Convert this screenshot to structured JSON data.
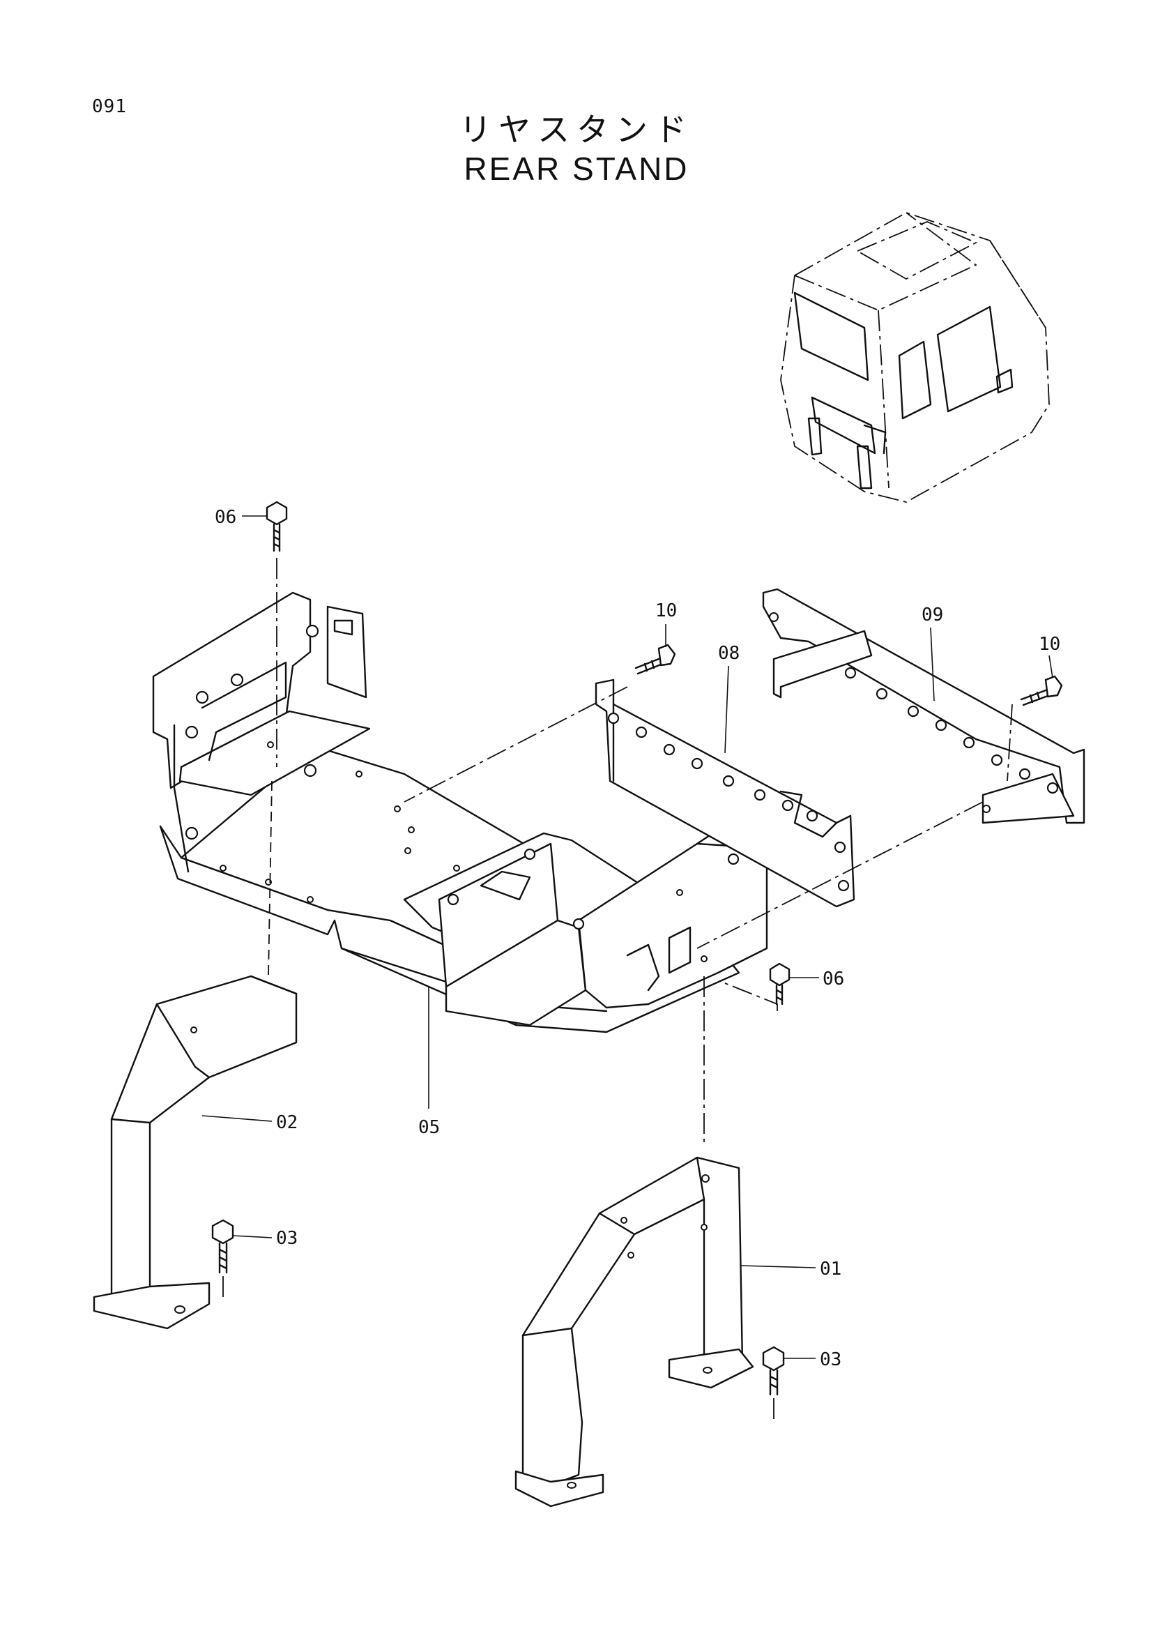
{
  "header": {
    "page_number": "091",
    "title_japanese": "リヤスタンド",
    "title_english": "REAR STAND"
  },
  "callouts": [
    {
      "id": "01",
      "label": "01"
    },
    {
      "id": "02",
      "label": "02"
    },
    {
      "id": "03a",
      "label": "03"
    },
    {
      "id": "03b",
      "label": "03"
    },
    {
      "id": "05",
      "label": "05"
    },
    {
      "id": "06a",
      "label": "06"
    },
    {
      "id": "06b",
      "label": "06"
    },
    {
      "id": "08",
      "label": "08"
    },
    {
      "id": "09",
      "label": "09"
    },
    {
      "id": "10a",
      "label": "10"
    },
    {
      "id": "10b",
      "label": "10"
    }
  ]
}
